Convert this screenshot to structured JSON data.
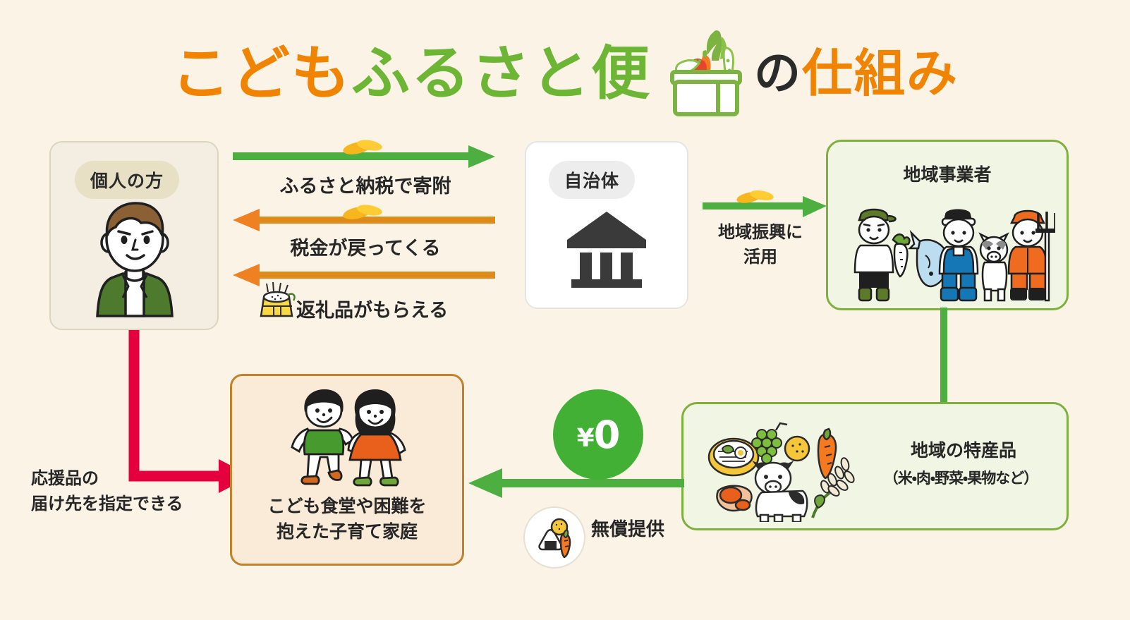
{
  "title": {
    "part1": "こども",
    "part2": "ふるさと便",
    "particle": "の",
    "part3": "仕組み",
    "logo_icon": "vegetable-basket-icon"
  },
  "colors": {
    "background": "#FCF3E7",
    "orange": "#F08300",
    "green": "#6CB535",
    "arrow_green": "#4CAF3F",
    "arrow_orange": "#E8891B",
    "arrow_red": "#E4003C",
    "box_green_border": "#7FB03F",
    "box_green_fill": "#F1F5E3",
    "box_children_border": "#C0832B",
    "box_children_fill": "#FAEBD8",
    "box_individual_fill": "#F3EEE1",
    "box_individual_border": "#DCD5BE",
    "pill_individual": "#E8E0C4",
    "pill_municipality": "#EDEDED",
    "badge_green": "#41B035"
  },
  "nodes": {
    "individual": {
      "label": "個人の方",
      "icon": "person-avatar-icon"
    },
    "municipality": {
      "label": "自治体",
      "icon": "government-building-icon"
    },
    "business": {
      "label": "地域事業者",
      "icon": "local-producers-icon"
    },
    "products": {
      "label": "地域の特産品",
      "sublabel": "（米・肉・野菜・果物など）",
      "icon": "local-specialty-food-icon"
    },
    "children": {
      "label_line1": "こども食堂や困難を",
      "label_line2": "抱えた子育て家庭",
      "icon": "two-children-icon"
    }
  },
  "flows": {
    "donate": {
      "label": "ふるさと納税で寄附",
      "direction": "right",
      "color": "green",
      "icon": "coins-icon"
    },
    "tax_back": {
      "label": "税金が戻ってくる",
      "direction": "left",
      "color": "orange",
      "icon": "coins-icon"
    },
    "gift": {
      "label": "返礼品がもらえる",
      "direction": "left",
      "color": "orange",
      "icon": "rice-bale-icon"
    },
    "regional": {
      "label_line1": "地域振興に",
      "label_line2": "活用",
      "direction": "right",
      "color": "green",
      "icon": "coins-icon"
    },
    "free_provision": {
      "label": "無償提供",
      "direction": "left",
      "color": "green",
      "icon": "onigiri-carrot-icon"
    },
    "designate": {
      "label_line1": "応援品の",
      "label_line2": "届け先を指定できる",
      "direction": "right",
      "color": "red"
    }
  },
  "badge": {
    "currency": "¥",
    "amount": "0"
  }
}
